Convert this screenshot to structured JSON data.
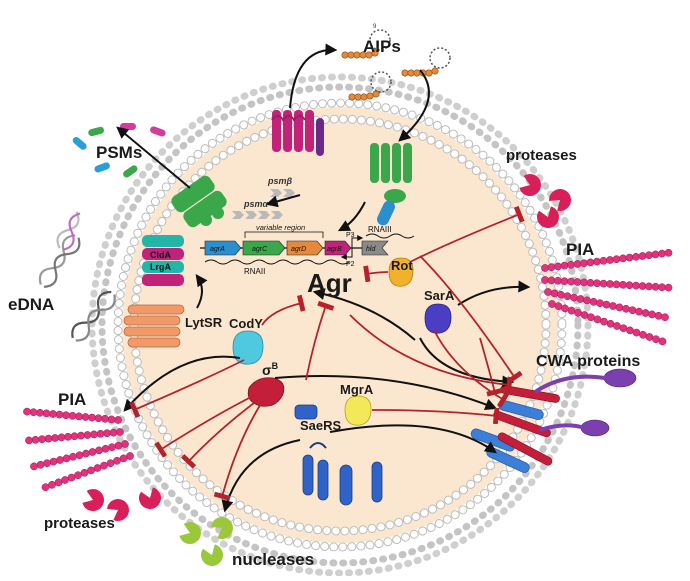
{
  "labels": {
    "aips": "AIPs",
    "psms": "PSMs",
    "proteases_top": "proteases",
    "proteases_bottom": "proteases",
    "pia_right": "PIA",
    "pia_left": "PIA",
    "edna": "eDNA",
    "cwa_proteins": "CWA proteins",
    "nucleases": "nucleases",
    "agr": "Agr",
    "rot": "Rot",
    "sara": "SarA",
    "cody": "CodY",
    "sigma": "σ",
    "sigma_sup": "B",
    "mgra": "MgrA",
    "saers": "SaeRS",
    "lytsr": "LytSR",
    "cida": "CidA",
    "lrga": "LrgA",
    "psm_alpha": "psmα",
    "psm_beta": "psmβ",
    "variable_region": "variable region",
    "rnaiii": "RNAIII",
    "rnaii": "RNAII",
    "p2": "P2",
    "p3": "P3",
    "hld": "hld",
    "agra": "agrA",
    "agrc": "agrC",
    "agrd": "agrD",
    "agrb": "agrB",
    "aip_number": "9"
  },
  "colors": {
    "cytoplasm": "#fbe7cf",
    "membrane_head": "#ffffff",
    "outer_dots": "#c9c9c9",
    "activation": "#111111",
    "repression": "#b5222b",
    "agrA": "#2a8fcf",
    "agrC": "#3aa84a",
    "agrD": "#e58a3c",
    "agrB": "#c2237a",
    "pia": "#e2327b",
    "proteases": "#d81f5a",
    "nucleases": "#9bc83a"
  }
}
